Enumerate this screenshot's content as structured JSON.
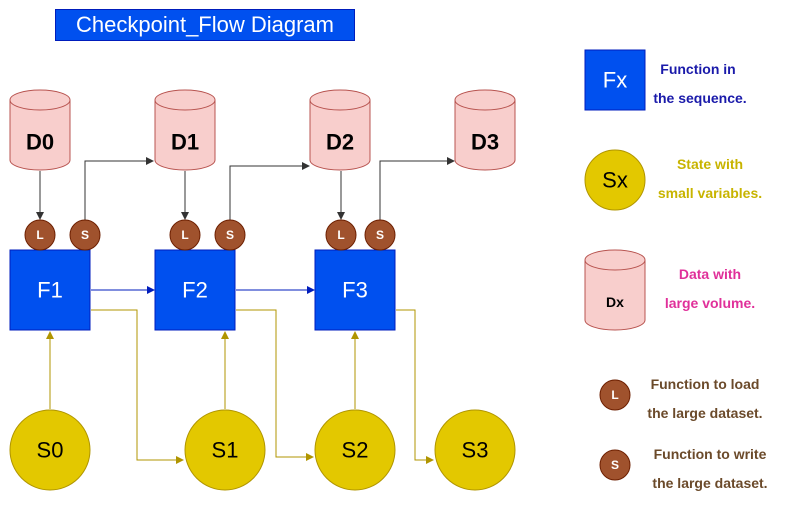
{
  "title": "Checkpoint_Flow Diagram",
  "colors": {
    "function_fill": "#0050ef",
    "function_stroke": "#001dbc",
    "state_fill": "#e3c800",
    "state_stroke": "#b09500",
    "data_fill": "#f8cecc",
    "data_stroke": "#b85450",
    "io_fill": "#a0522d",
    "io_stroke": "#6d1f00",
    "blue_arrow": "#001dbc",
    "yellow_arrow": "#b09500",
    "dark_arrow": "#333333"
  },
  "diagram": {
    "datasets": [
      "D0",
      "D1",
      "D2",
      "D3"
    ],
    "functions": [
      "F1",
      "F2",
      "F3"
    ],
    "states": [
      "S0",
      "S1",
      "S2",
      "S3"
    ],
    "load_label": "L",
    "save_label": "S"
  },
  "legend": {
    "function_symbol": "Fx",
    "function_line1": "Function in",
    "function_line2": "the sequence.",
    "state_symbol": "Sx",
    "state_line1": "State with",
    "state_line2": "small variables.",
    "data_symbol": "Dx",
    "data_line1": "Data with",
    "data_line2": "large volume.",
    "load_symbol": "L",
    "load_line1": "Function to load",
    "load_line2": "the large dataset.",
    "save_symbol": "S",
    "save_line1": "Function to write",
    "save_line2": "the large dataset."
  }
}
